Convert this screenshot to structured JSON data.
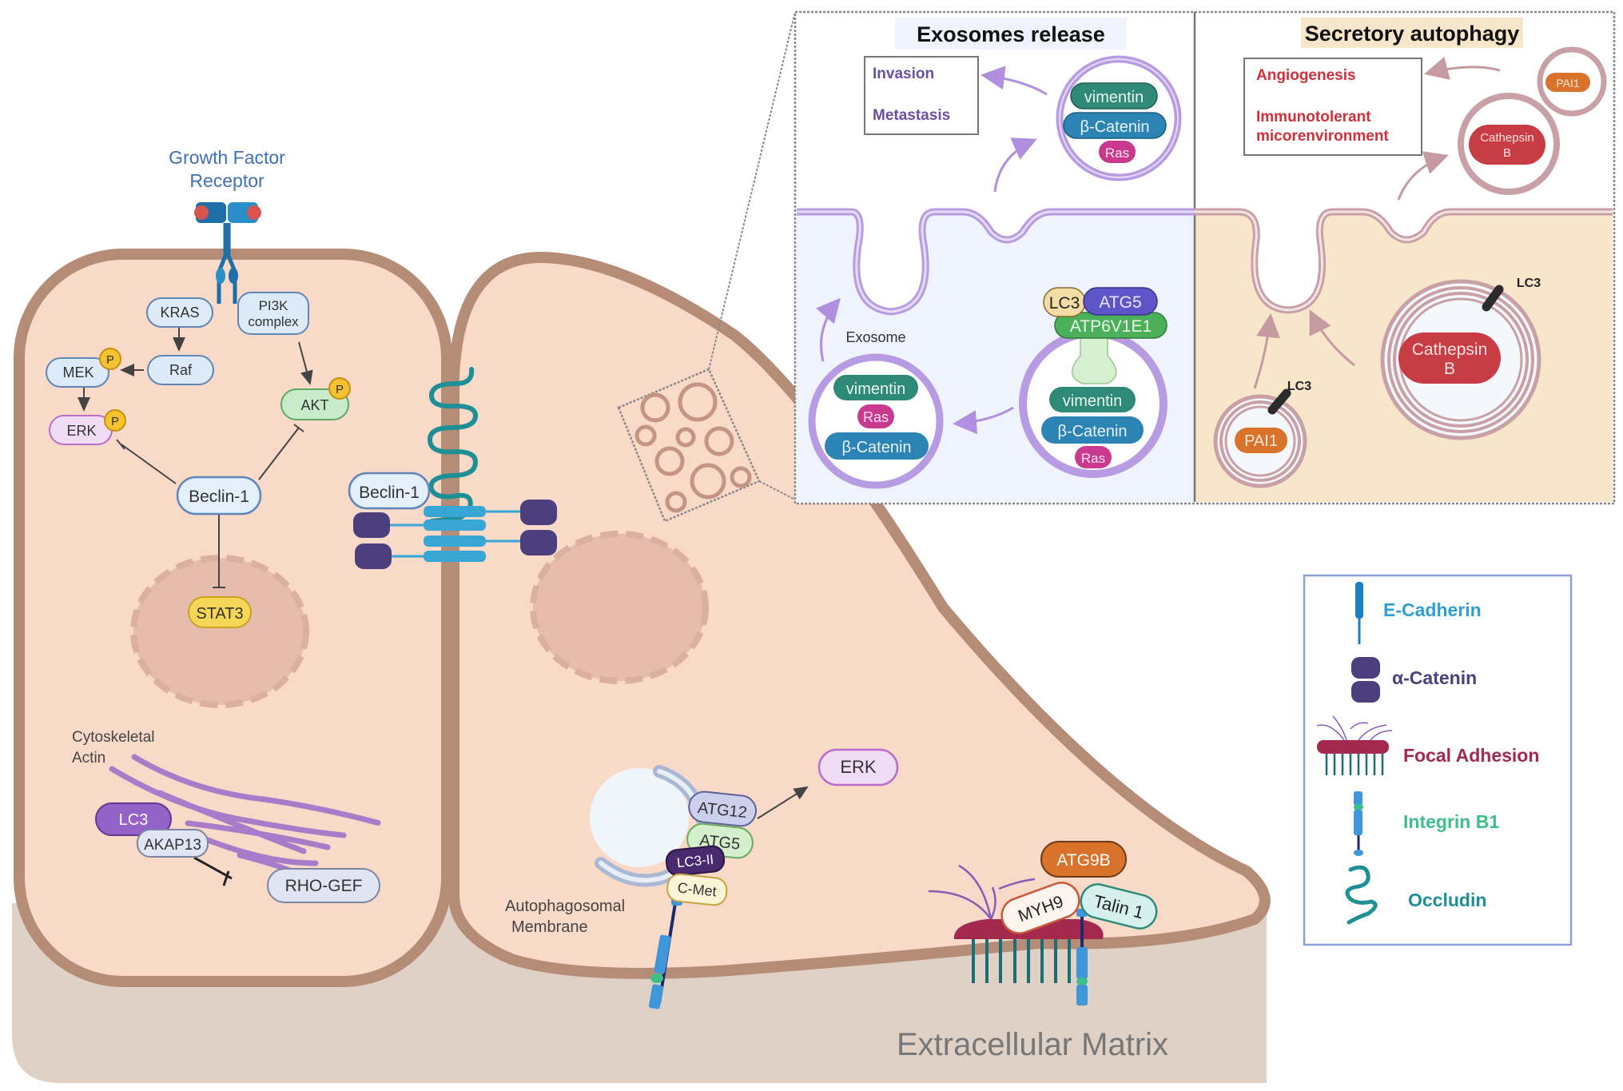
{
  "receptor": {
    "title_line1": "Growth Factor",
    "title_line2": "Receptor"
  },
  "left_cell": {
    "proteins": {
      "kras": "KRAS",
      "pi3k_line1": "PI3K",
      "pi3k_line2": "complex",
      "raf": "Raf",
      "mek": "MEK",
      "erk": "ERK",
      "akt": "AKT",
      "beclin": "Beclin-1",
      "stat3": "STAT3",
      "lc3": "LC3",
      "akap13": "AKAP13",
      "rhogef": "RHO-GEF"
    },
    "phospho": "P",
    "actin_line1": "Cytoskeletal",
    "actin_line2": "Actin"
  },
  "junction": {
    "beclin": "Beclin-1"
  },
  "right_cell": {
    "autophagosome": {
      "atg12": "ATG12",
      "atg5": "ATG5",
      "lc3ii": "LC3-II",
      "cmet": "C-Met",
      "label_line1": "Autophagosomal",
      "label_line2": "Membrane"
    },
    "erk": "ERK",
    "focal": {
      "atg9b": "ATG9B",
      "myh9": "MYH9",
      "talin": "Talin 1"
    }
  },
  "ecm_label": "Extracellular Matrix",
  "inset": {
    "exosomes": {
      "title": "Exosomes release",
      "outcomes": [
        "Invasion",
        "Metastasis"
      ],
      "released_cargo": [
        "vimentin",
        "β-Catenin",
        "Ras"
      ],
      "exosome_label": "Exosome",
      "exosome_cargo": [
        "vimentin",
        "Ras",
        "β-Catenin"
      ],
      "mvb_complex": {
        "lc3": "LC3",
        "atg5": "ATG5",
        "atp6": "ATP6V1E1"
      },
      "mvb_cargo": [
        "vimentin",
        "β-Catenin",
        "Ras"
      ]
    },
    "secretory": {
      "title": "Secretory autophagy",
      "outcomes": [
        "Angiogenesis",
        "Immunotolerant",
        "micorenvironment"
      ],
      "released_small": "PAI1",
      "released_large_line1": "Cathepsin",
      "released_large_line2": "B",
      "autophagosome_small": "PAI1",
      "autophagosome_large_line1": "Cathepsin",
      "autophagosome_large_line2": "B",
      "lc3_tag": "LC3"
    }
  },
  "legend": {
    "items": [
      {
        "label": "E-Cadherin",
        "color": "#2f9fd0"
      },
      {
        "label": "α-Catenin",
        "color": "#4b3f7e"
      },
      {
        "label": "Focal Adhesion",
        "color": "#a3294f"
      },
      {
        "label": "Integrin B1",
        "color": "#3dbf8a"
      },
      {
        "label": "Occludin",
        "color": "#1f8f96"
      }
    ]
  },
  "colors": {
    "cytoplasm": "#f9d9c8",
    "membrane": "#b58d77",
    "ecm": "#dfd1c6",
    "exosome_membrane": "#b79be3",
    "secretory_membrane": "#c9a0a6",
    "vimentin": "#2e8a76",
    "beta_catenin": "#2b84b4",
    "ras": "#c93a8f",
    "cathepsin": "#c83c44",
    "pai1": "#d9722b"
  }
}
